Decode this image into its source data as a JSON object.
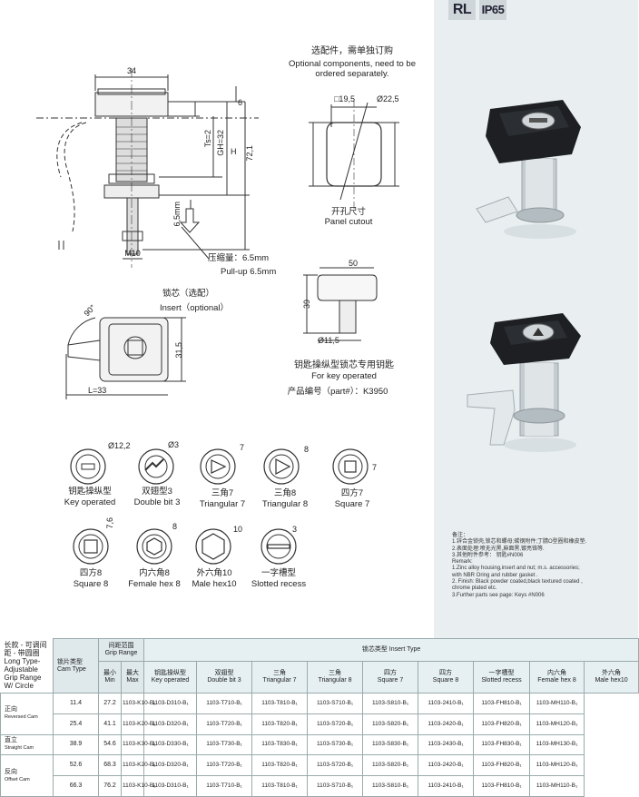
{
  "header": {
    "tag_rl": "RL",
    "tag_ip": "IP65"
  },
  "optional": {
    "cn": "选配件，需单独订购",
    "en1": "Optional components, need to be",
    "en2": "ordered separately."
  },
  "panel_cutout": {
    "square": "□19,5",
    "dia": "Ø22,5",
    "cn": "开孔尺寸",
    "en": "Panel cutout"
  },
  "main_dims": {
    "d34": "34",
    "d6": "6",
    "ts": "Ts=2",
    "gh": "GH=32",
    "h": "H",
    "d721": "72,1",
    "d65": "6,5mm",
    "m10": "M10"
  },
  "pullup": {
    "cn": "压缩量：6.5mm",
    "en": "Pull-up 6.5mm"
  },
  "insert": {
    "cn": "锁芯（选配）",
    "en": "Insert（optional）",
    "angle": "90°",
    "d315": "31,5",
    "l33": "L=33"
  },
  "key": {
    "d50": "50",
    "d39": "39",
    "d115": "Ø11,5",
    "cn": "钥匙操纵型锁芯专用钥匙",
    "en": "For key operated",
    "part": "产品编号（part#）：K3950"
  },
  "inserts": [
    {
      "dim": "Ø12,2",
      "cn": "钥匙操纵型",
      "en": "Key operated"
    },
    {
      "dim": "Ø3",
      "cn": "双翅型3",
      "en": "Double bit 3"
    },
    {
      "dim": "7",
      "cn": "三角7",
      "en": "Triangular 7"
    },
    {
      "dim": "8",
      "cn": "三角8",
      "en": "Triangular 8"
    },
    {
      "dim": "7",
      "cn": "四方7",
      "en": "Square 7"
    },
    {
      "dim": "7,6",
      "cn": "四方8",
      "en": "Square 8"
    },
    {
      "dim": "8",
      "cn": "内六角8",
      "en": "Female hex 8"
    },
    {
      "dim": "10",
      "cn": "外六角10",
      "en": "Male hex10"
    },
    {
      "dim": "3",
      "cn": "一字槽型",
      "en": "Slotted recess"
    }
  ],
  "remarks": [
    "备注：",
    "1.锌合金锁壳,锁芯和螺母;碳钢附件;丁腈O型圈和橡皮垫.",
    "2.表面处理:喷无光黑,麻面黑,镀亮铬等.",
    "3.其他附件参考：  钥匙#N006",
    "Remark:",
    "1.Zinc alloy housing,insert and nut; m.s. accessories;",
    "with NBR Oring and rubber gasket .",
    "2. Finish: Black powder coated,black textured coated ,",
    "chrome plated etc.",
    "3.Further parts see page: Keys #N006"
  ],
  "table": {
    "row_label": "长款 - 可调间距 - 带圆圈 Long Type- Adjustable Grip Range W/ Circle",
    "cam_type_cn": "锁片类型",
    "cam_type_en": "Cam Type",
    "grip_cn": "间距范围",
    "grip_en": "Grip Range",
    "min_cn": "最小",
    "min_en": "Min",
    "max_cn": "最大",
    "max_en": "Max",
    "insert_type": "锁芯类型 Insert Type",
    "cols": [
      {
        "cn": "钥匙操纵型",
        "en": "Key operated"
      },
      {
        "cn": "双翅型",
        "en": "Double bit 3"
      },
      {
        "cn": "三角",
        "en": "Triangular 7"
      },
      {
        "cn": "三角",
        "en": "Triangular 8"
      },
      {
        "cn": "四方",
        "en": "Square 7"
      },
      {
        "cn": "四方",
        "en": "Square 8"
      },
      {
        "cn": "一字槽型",
        "en": "Slotted recess"
      },
      {
        "cn": "内六角",
        "en": "Female hex 8"
      },
      {
        "cn": "外六角",
        "en": "Male hex10"
      }
    ],
    "groups": [
      {
        "cn": "正向",
        "en": "Reversed Cam",
        "rows": [
          {
            "min": "11.4",
            "max": "27.2",
            "codes": [
              "1103-K10-B₁",
              "1103-D310-B₁",
              "1103-T710-B₁",
              "1103-T810-B₁",
              "1103-S710-B₁",
              "1103-S810-B₁",
              "1103-2410-B₁",
              "1103-FH810-B₁",
              "1103-MH110-B₁"
            ]
          },
          {
            "min": "25.4",
            "max": "41.1",
            "codes": [
              "1103-K20-B₁",
              "1103-D320-B₁",
              "1103-T720-B₁",
              "1103-T820-B₁",
              "1103-S720-B₁",
              "1103-S820-B₁",
              "1103-2420-B₁",
              "1103-FH820-B₁",
              "1103-MH120-B₁"
            ]
          }
        ]
      },
      {
        "cn": "直立",
        "en": "Straight Cam",
        "rows": [
          {
            "min": "38.9",
            "max": "54.6",
            "codes": [
              "1103-K30-B₁",
              "1103-D330-B₁",
              "1103-T730-B₁",
              "1103-T830-B₁",
              "1103-S730-B₁",
              "1103-S830-B₁",
              "1103-2430-B₁",
              "1103-FH830-B₁",
              "1103-MH130-B₁"
            ]
          }
        ]
      },
      {
        "cn": "反向",
        "en": "Offset Cam",
        "rows": [
          {
            "min": "52.6",
            "max": "68.3",
            "codes": [
              "1103-K20-B₁",
              "1103-D320-B₁",
              "1103-T720-B₁",
              "1103-T820-B₁",
              "1103-S720-B₁",
              "1103-S820-B₁",
              "1103-2420-B₁",
              "1103-FH820-B₁",
              "1103-MH120-B₁"
            ]
          },
          {
            "min": "66.3",
            "max": "76.2",
            "codes": [
              "1103-K10-B₁",
              "1103-D310-B₁",
              "1103-T710-B₁",
              "1103-T810-B₁",
              "1103-S710-B₁",
              "1103-S810-B₁",
              "1103-2410-B₁",
              "1103-FH810-B₁",
              "1103-MH110-B₁"
            ]
          }
        ]
      }
    ]
  }
}
